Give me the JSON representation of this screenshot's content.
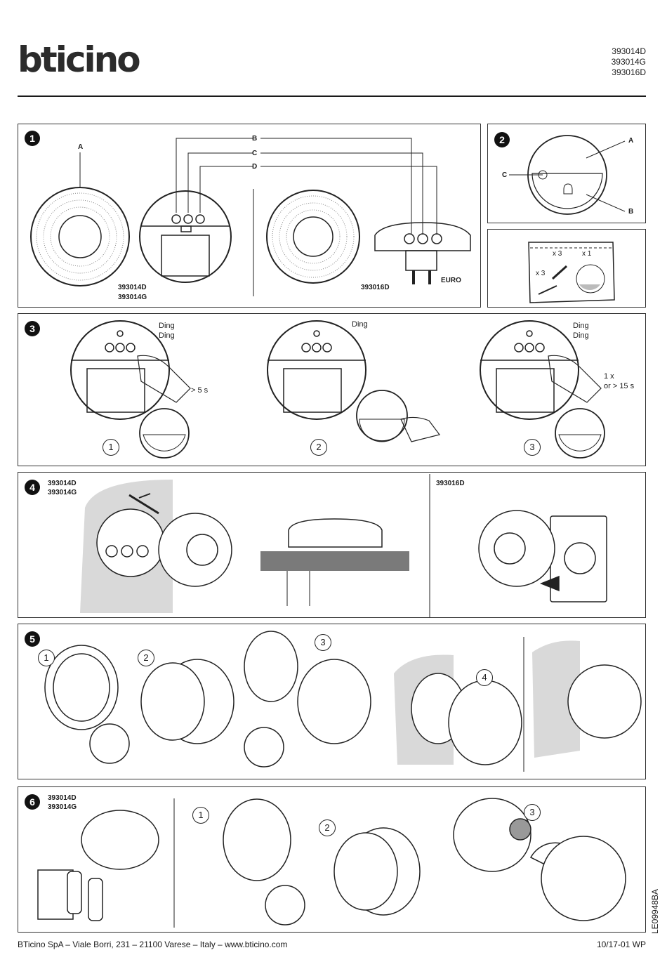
{
  "header": {
    "logo_text": "bticino",
    "codes": [
      "393014D",
      "393014G",
      "393016D"
    ]
  },
  "step1": {
    "number": "1",
    "labels": {
      "a": "A",
      "b": "B",
      "c": "C",
      "d": "D"
    },
    "model_left": [
      "393014D",
      "393014G"
    ],
    "model_right": "393016D",
    "plug": "EURO"
  },
  "step2": {
    "number": "2",
    "labels": {
      "a": "A",
      "b": "B",
      "c": "C"
    }
  },
  "kit": {
    "screws_qty": "x 3",
    "plugs_qty": "x 3",
    "adhesive_qty": "x 1"
  },
  "step3": {
    "number": "3",
    "sub1": {
      "num": "1",
      "sound": [
        "Ding",
        "Ding"
      ],
      "time": "> 5 s"
    },
    "sub2": {
      "num": "2",
      "sound": [
        "Ding"
      ]
    },
    "sub3": {
      "num": "3",
      "sound": [
        "Ding",
        "Ding"
      ],
      "time": [
        "1 x",
        "or > 15 s"
      ]
    }
  },
  "step4": {
    "number": "4",
    "model_left": [
      "393014D",
      "393014G"
    ],
    "model_right": "393016D"
  },
  "step5": {
    "number": "5",
    "subs": [
      "1",
      "2",
      "3",
      "4"
    ]
  },
  "step6": {
    "number": "6",
    "model": [
      "393014D",
      "393014G"
    ],
    "subs": [
      "1",
      "2",
      "3"
    ]
  },
  "footer": {
    "address": "BTicino SpA – Viale Borri, 231 – 21100 Varese – Italy – www.bticino.com",
    "date": "10/17-01 WP",
    "doc_code": "LE09948BA"
  },
  "colors": {
    "ink": "#1a1a1a",
    "wall": "#d9d9d9",
    "shelf": "#7a7a7a"
  }
}
